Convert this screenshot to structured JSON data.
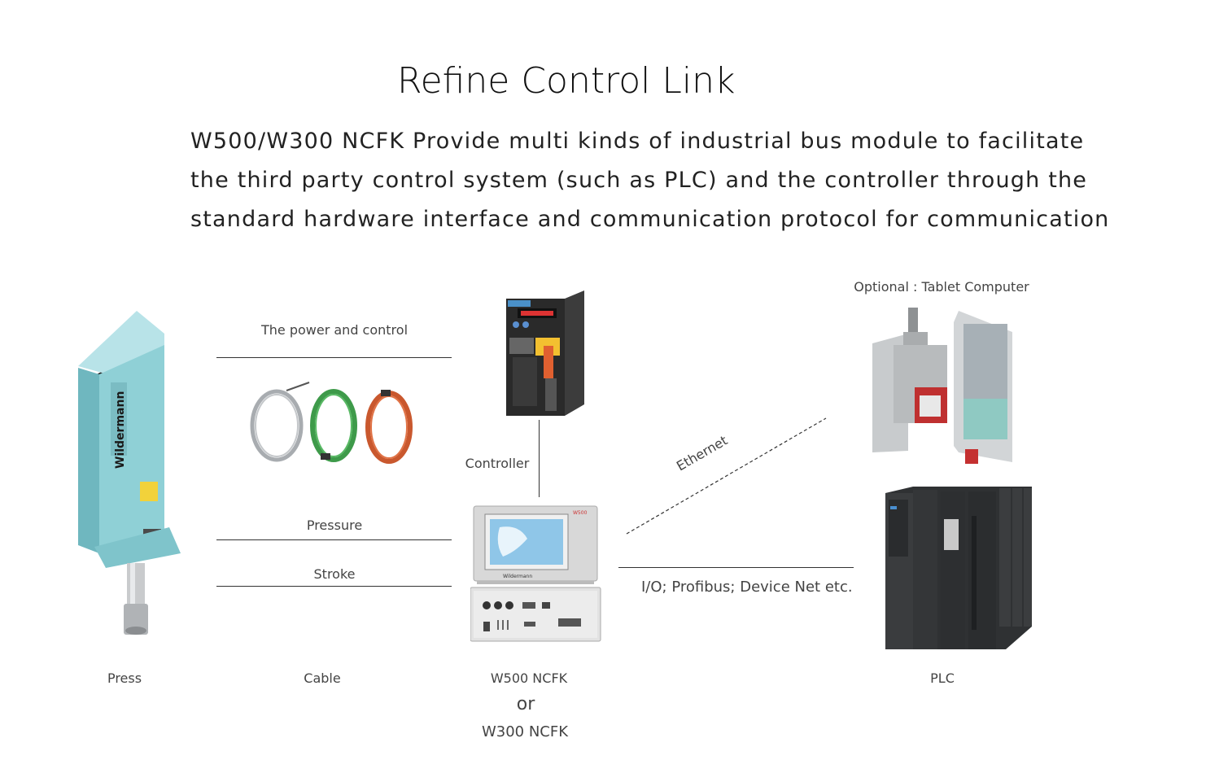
{
  "title": "Refine Control Link",
  "description": "W500/W300 NCFK Provide multi kinds of industrial bus module to facilitate the third party control system (such as PLC) and the controller through the standard hardware interface and communication protocol for communication",
  "labels": {
    "optional_tablet": "Optional : Tablet Computer",
    "power_control": "The power and control",
    "controller": "Controller",
    "ethernet": "Ethernet",
    "pressure": "Pressure",
    "stroke": "Stroke",
    "io_bus": "I/O; Profibus; Device Net etc."
  },
  "captions": {
    "press": "Press",
    "cable": "Cable",
    "w500": "W500 NCFK",
    "or": "or",
    "w300": "W300 NCFK",
    "plc": "PLC"
  },
  "device_text": {
    "press_brand": "Wildermann",
    "w500_brand": "Wildermann",
    "w500_model": "W500"
  },
  "colors": {
    "press_body": "#8fd0d6",
    "cable_gray": "#a8acb0",
    "cable_green": "#3e9a4a",
    "cable_orange": "#c9582e",
    "controller_body": "#2a2a2a",
    "plc_body": "#2f3133"
  }
}
